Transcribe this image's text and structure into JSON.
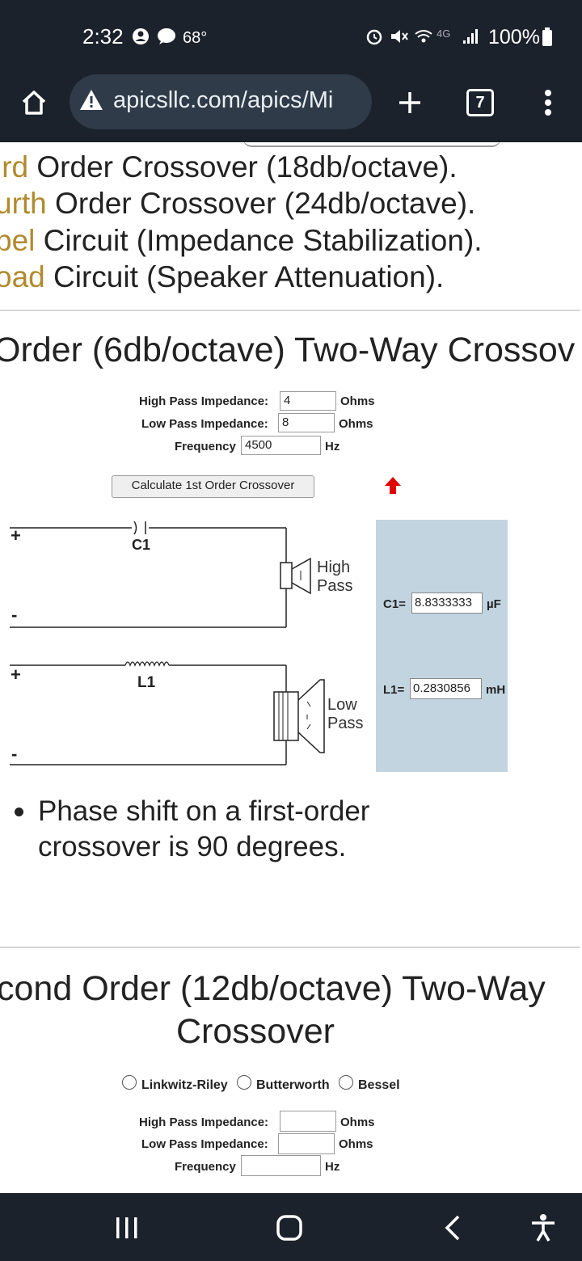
{
  "status_bar": {
    "time": "2:32",
    "temperature": "68°",
    "battery": "100%",
    "network": "4G"
  },
  "browser": {
    "url": "apicsllc.com/apics/Mi",
    "tab_count": "7"
  },
  "toc": [
    {
      "prefix": "ird",
      "rest": " Order Crossover (18db/octave)."
    },
    {
      "prefix": "urth",
      "rest": " Order Crossover (24db/octave)."
    },
    {
      "prefix": "bel",
      "rest": " Circuit (Impedance Stabilization)."
    },
    {
      "prefix": "oad",
      "rest": " Circuit (Speaker Attenuation)."
    }
  ],
  "first_order": {
    "heading": "Order (6db/octave) Two-Way Crossov",
    "high_pass_label": "High Pass Impedance:",
    "high_pass_value": "4",
    "low_pass_label": "Low Pass Impedance:",
    "low_pass_value": "8",
    "frequency_label": "Frequency",
    "frequency_value": "4500",
    "ohms_unit": "Ohms",
    "hz_unit": "Hz",
    "calculate_button": "Calculate 1st Order Crossover",
    "diagram": {
      "plus": "+",
      "minus": "-",
      "c1_label": "C1",
      "l1_label": "L1",
      "high_pass_line1": "High",
      "high_pass_line2": "Pass",
      "low_pass_line1": "Low",
      "low_pass_line2": "Pass"
    },
    "results": {
      "c1_label": "C1=",
      "c1_value": "8.8333333",
      "c1_unit": "µF",
      "l1_label": "L1=",
      "l1_value": "0.2830856",
      "l1_unit": "mH"
    },
    "note": "Phase shift on a first-order crossover is 90 degrees."
  },
  "second_order": {
    "heading_line1": "cond Order (12db/octave) Two-Way",
    "heading_line2": "Crossover",
    "options": [
      "Linkwitz-Riley",
      "Butterworth",
      "Bessel"
    ],
    "high_pass_label": "High Pass Impedance:",
    "low_pass_label": "Low Pass Impedance:",
    "frequency_label": "Frequency",
    "ohms_unit": "Ohms",
    "hz_unit": "Hz"
  },
  "colors": {
    "bar_bg": "#1c222c",
    "link_gold": "#b08a2e",
    "result_panel": "#c2d4e0",
    "arrow_red": "#e00000"
  }
}
